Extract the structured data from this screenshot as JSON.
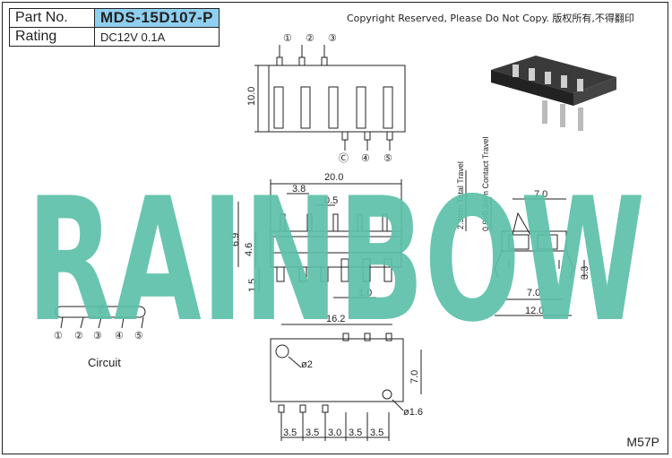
{
  "header": {
    "part_label": "Part No.",
    "part_number": "MDS-15D107-P",
    "rating_label": "Rating",
    "rating_value": "DC12V 0.1A"
  },
  "copyright": "Copyright Reserved, Please Do Not Copy. 版权所有,不得翻印",
  "watermark": "RAINBOW",
  "watermark_color": "#5cc0a8",
  "model_code": "M57P",
  "circuit_caption": "Circuit",
  "pin_labels": [
    "①",
    "②",
    "③",
    "Ⓒ",
    "④",
    "⑤"
  ],
  "dims": {
    "height_top": "10.0",
    "length": "20.0",
    "pitch": "3.8",
    "pin_width": "0.5",
    "height_side": "6.9",
    "body_height": "4.6",
    "pin_len": "1.5",
    "pin_pitch": "1.0",
    "travel_total": "2.3mm Total Travel",
    "travel_contact": "0.9±0.3mm Contact Travel",
    "actuator": "7.0",
    "width_inner": "7.0",
    "width_outer": "12.0",
    "leg_h": "3.3",
    "pcb_len": "16.2",
    "pcb_h": "7.0",
    "hole_big": "ø2",
    "hole_small": "ø1.6",
    "pcb_pitch": [
      "3.5",
      "3.5",
      "3.0",
      "3.5",
      "3.5"
    ]
  }
}
